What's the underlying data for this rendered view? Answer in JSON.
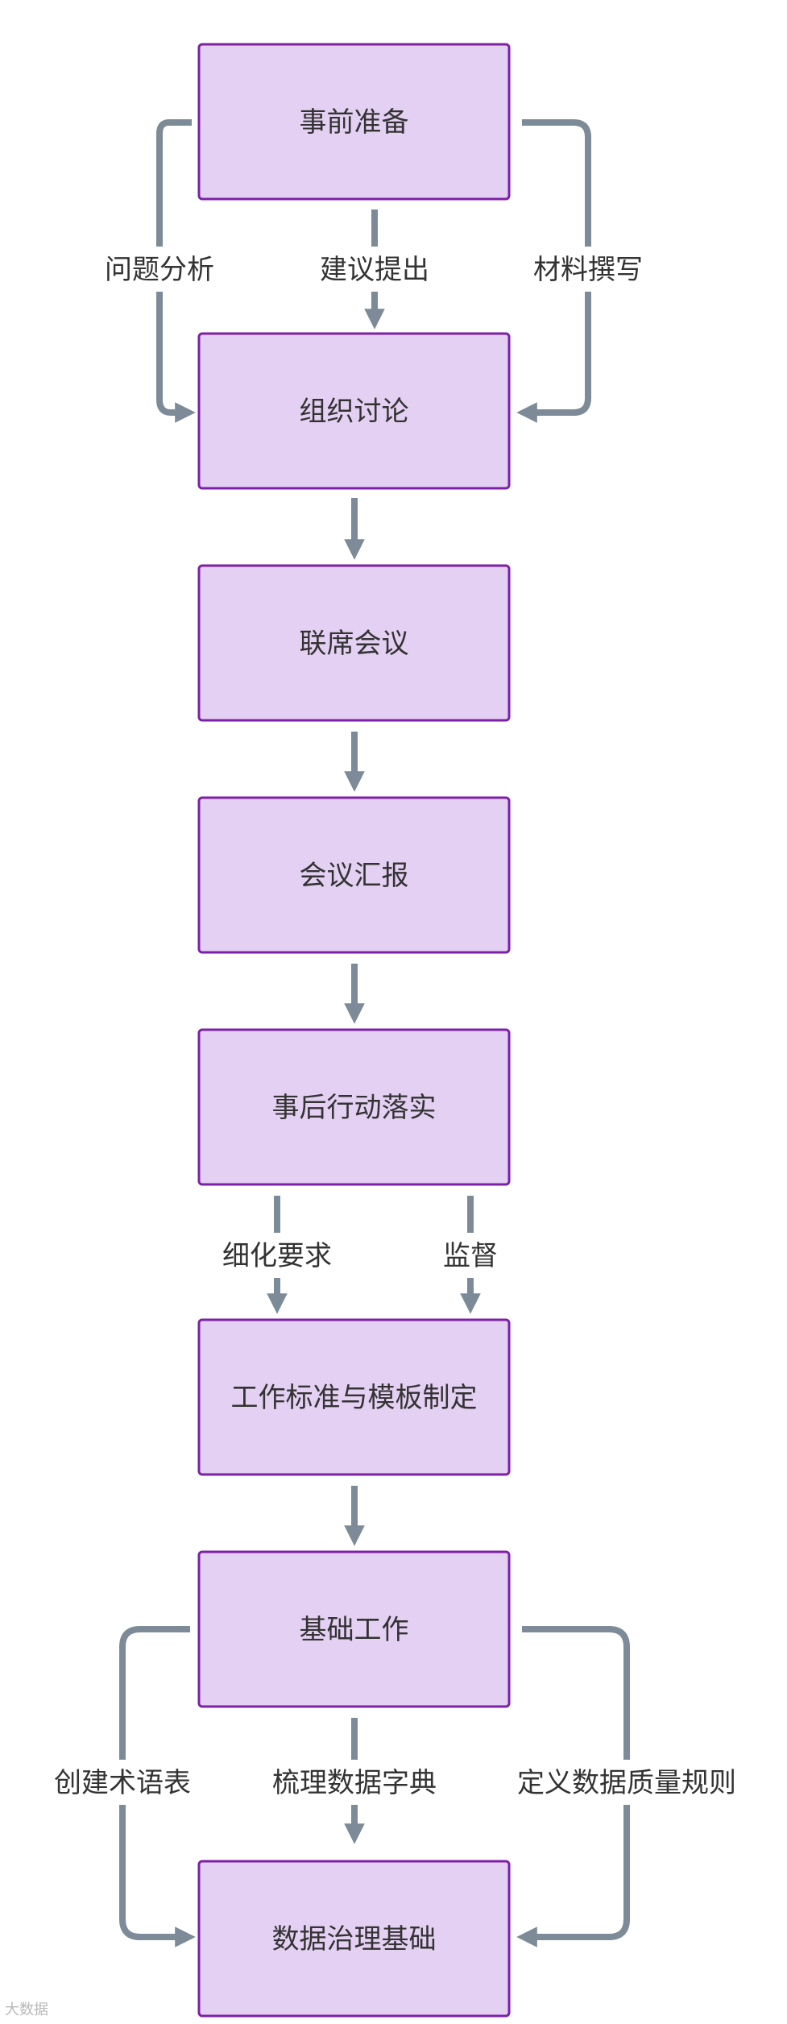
{
  "colors": {
    "node_fill": "#e4d0f2",
    "node_border": "#7e1fa8",
    "edge": "#7c8b97",
    "text": "#333333"
  },
  "nodes": {
    "prep": "事前准备",
    "discuss": "组织讨论",
    "joint_meeting": "联席会议",
    "report": "会议汇报",
    "action": "事后行动落实",
    "standards": "工作标准与模板制定",
    "basic_work": "基础工作",
    "governance_base": "数据治理基础"
  },
  "edge_labels": {
    "problem_analysis": "问题分析",
    "suggestions": "建议提出",
    "material_writing": "材料撰写",
    "refine_requirements": "细化要求",
    "supervision": "监督",
    "create_glossary": "创建术语表",
    "sort_data_dictionary": "梳理数据字典",
    "define_quality_rules": "定义数据质量规则"
  },
  "watermark": "大数据"
}
